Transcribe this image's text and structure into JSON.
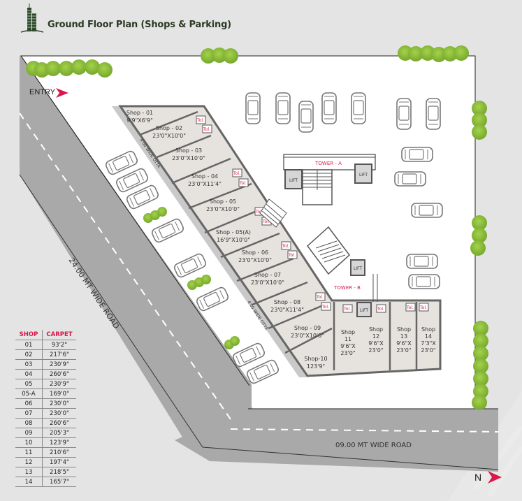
{
  "header": {
    "title": "Ground Floor Plan (Shops & Parking)",
    "logo_icon": "building-towers-icon"
  },
  "labels": {
    "entry": "ENTRY",
    "north": "N",
    "road_left": "24.00 MT WIDE ROAD",
    "road_bottom": "09.00 MT WIDE ROAD",
    "otta_top": "4'00 WIDE OTTA",
    "otta_bottom": "4'00 WIDE OTTA",
    "tower_a": "TOWER - A",
    "tower_b": "TOWER - B",
    "lift": "LIFT",
    "toilet": "Tol."
  },
  "colors": {
    "accent": "#d8194a",
    "tree": "#8dbf3a",
    "road": "#a9a9aa",
    "shop_fill": "#e6e3de",
    "background": "#e4e4e4"
  },
  "shops": [
    {
      "name": "Shop - 01",
      "size": "9'9\"X6'9\""
    },
    {
      "name": "Shop - 02",
      "size": "23'0\"X10'0\""
    },
    {
      "name": "Shop - 03",
      "size": "23'0\"X10'0\""
    },
    {
      "name": "Shop - 04",
      "size": "23'0\"X11'4\""
    },
    {
      "name": "Shop - 05",
      "size": "23'0\"X10'0\""
    },
    {
      "name": "Shop - 05(A)",
      "size": "16'9\"X10'0\""
    },
    {
      "name": "Shop - 06",
      "size": "23'0\"X10'0\""
    },
    {
      "name": "Shop - 07",
      "size": "23'0\"X10'0\""
    },
    {
      "name": "Shop - 08",
      "size": "23'0\"X11'4\""
    },
    {
      "name": "Shop - 09",
      "size": "23'0\"X10'0\""
    },
    {
      "name": "Shop-10",
      "size": "123'9\""
    }
  ],
  "bottom_shops": [
    {
      "name": "Shop",
      "num": "11",
      "w": "9'6\"X",
      "h": "23'0\""
    },
    {
      "name": "Shop",
      "num": "12",
      "w": "9'6\"X",
      "h": "23'0\""
    },
    {
      "name": "Shop",
      "num": "13",
      "w": "9'6\"X",
      "h": "23'0\""
    },
    {
      "name": "Shop",
      "num": "14",
      "w": "7'3\"X",
      "h": "23'0\""
    }
  ],
  "area_table": {
    "headers": [
      "SHOP",
      "CARPET"
    ],
    "rows": [
      [
        "01",
        "93'2\""
      ],
      [
        "02",
        "217'6\""
      ],
      [
        "03",
        "230'9\""
      ],
      [
        "04",
        "260'6\""
      ],
      [
        "05",
        "230'9\""
      ],
      [
        "05-A",
        "169'0\""
      ],
      [
        "06",
        "230'0\""
      ],
      [
        "07",
        "230'0\""
      ],
      [
        "08",
        "260'6\""
      ],
      [
        "09",
        "205'3\""
      ],
      [
        "10",
        "123'9\""
      ],
      [
        "11",
        "210'6\""
      ],
      [
        "12",
        "197'4\""
      ],
      [
        "13",
        "218'5\""
      ],
      [
        "14",
        "165'7\""
      ]
    ]
  }
}
